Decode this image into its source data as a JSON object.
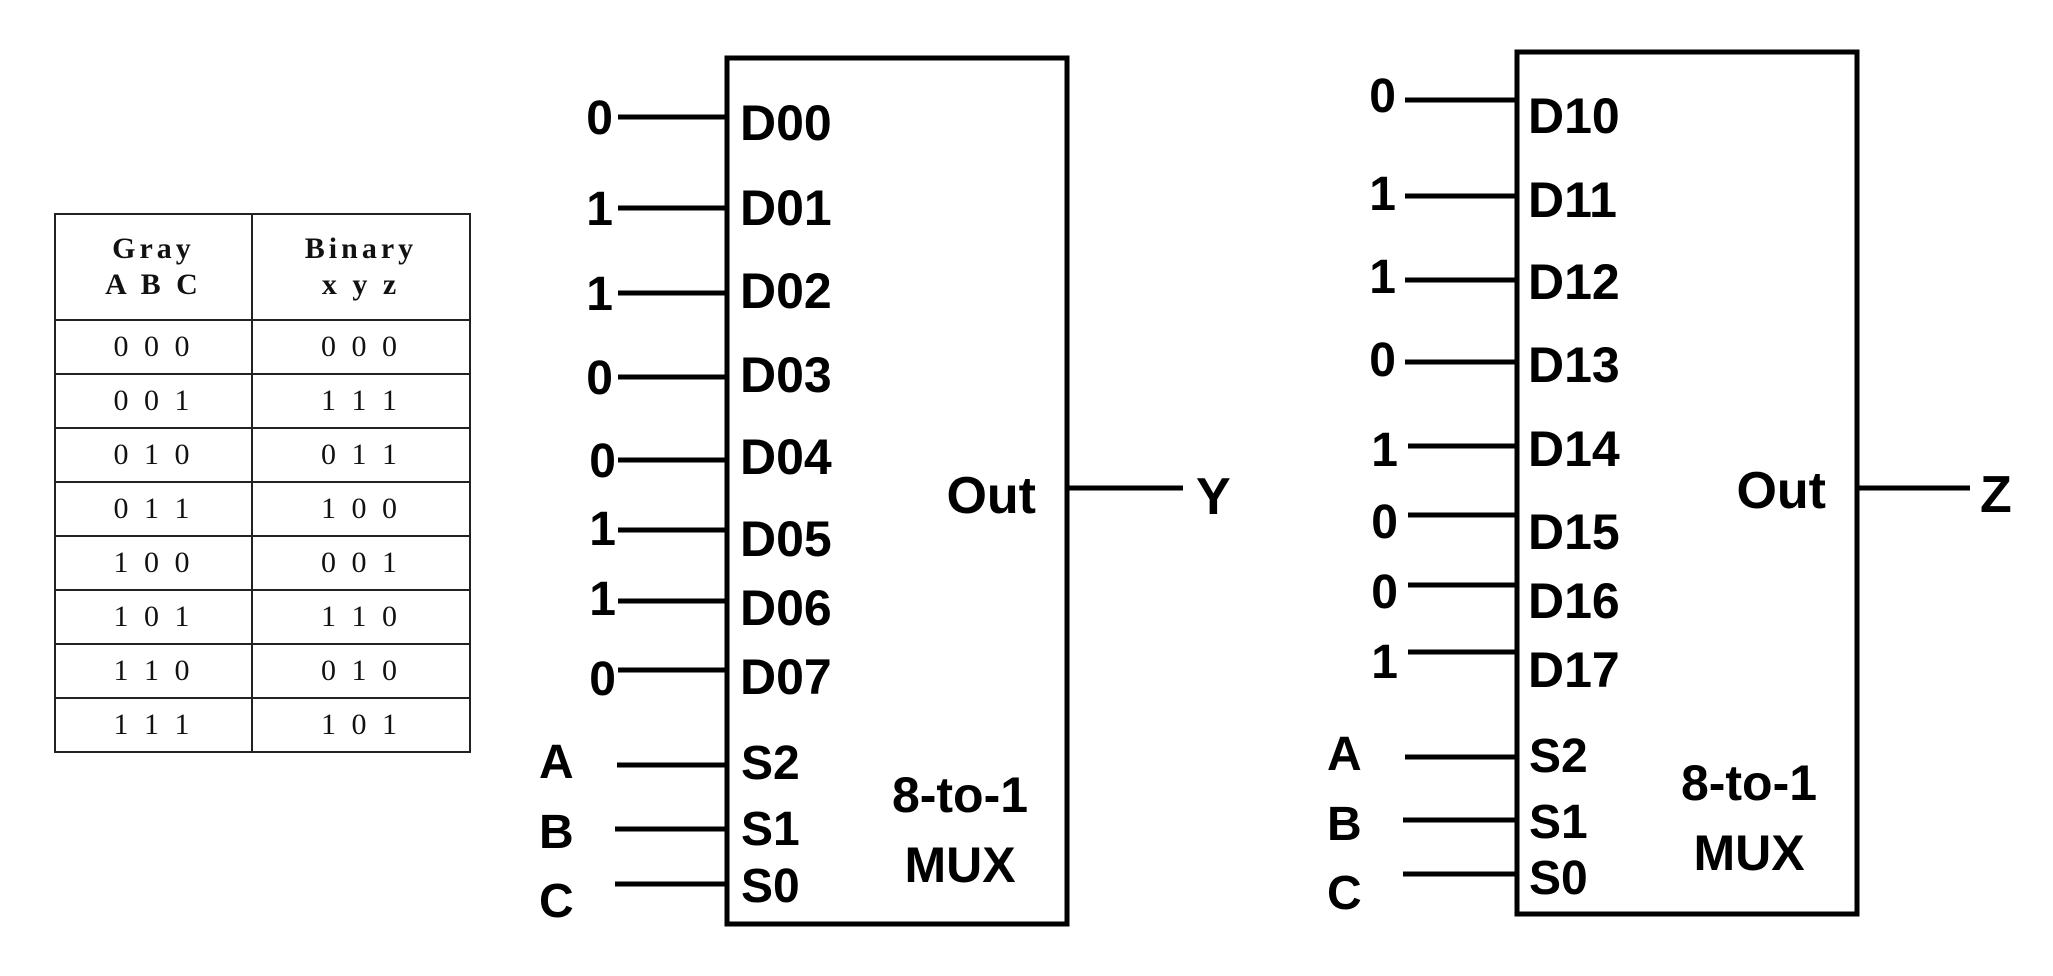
{
  "table": {
    "header_gray": [
      "Gray",
      "A B C"
    ],
    "header_binary": [
      "Binary",
      "x y z"
    ],
    "rows": [
      [
        "0 0 0",
        "0 0 0"
      ],
      [
        "0 0 1",
        "1 1 1"
      ],
      [
        "0 1 0",
        "0 1 1"
      ],
      [
        "0 1 1",
        "1 0 0"
      ],
      [
        "1 0 0",
        "0 0 1"
      ],
      [
        "1 0 1",
        "1 1 0"
      ],
      [
        "1 1 0",
        "0 1 0"
      ],
      [
        "1 1 1",
        "1 0 1"
      ]
    ]
  },
  "muxes": [
    {
      "inputs": [
        {
          "label": "D00",
          "value": "0"
        },
        {
          "label": "D01",
          "value": "1"
        },
        {
          "label": "D02",
          "value": "1"
        },
        {
          "label": "D03",
          "value": "0"
        },
        {
          "label": "D04",
          "value": "0"
        },
        {
          "label": "D05",
          "value": "1"
        },
        {
          "label": "D06",
          "value": "1"
        },
        {
          "label": "D07",
          "value": "0"
        }
      ],
      "selects": [
        {
          "label": "S2",
          "signal": "A"
        },
        {
          "label": "S1",
          "signal": "B"
        },
        {
          "label": "S0",
          "signal": "C"
        }
      ],
      "out_label": "Out",
      "output": "Y",
      "type_line1": "8-to-1",
      "type_line2": "MUX"
    },
    {
      "inputs": [
        {
          "label": "D10",
          "value": "0"
        },
        {
          "label": "D11",
          "value": "1"
        },
        {
          "label": "D12",
          "value": "1"
        },
        {
          "label": "D13",
          "value": "0"
        },
        {
          "label": "D14",
          "value": "1"
        },
        {
          "label": "D15",
          "value": "0"
        },
        {
          "label": "D16",
          "value": "0"
        },
        {
          "label": "D17",
          "value": "1"
        }
      ],
      "selects": [
        {
          "label": "S2",
          "signal": "A"
        },
        {
          "label": "S1",
          "signal": "B"
        },
        {
          "label": "S0",
          "signal": "C"
        }
      ],
      "out_label": "Out",
      "output": "Z",
      "type_line1": "8-to-1",
      "type_line2": "MUX"
    }
  ]
}
